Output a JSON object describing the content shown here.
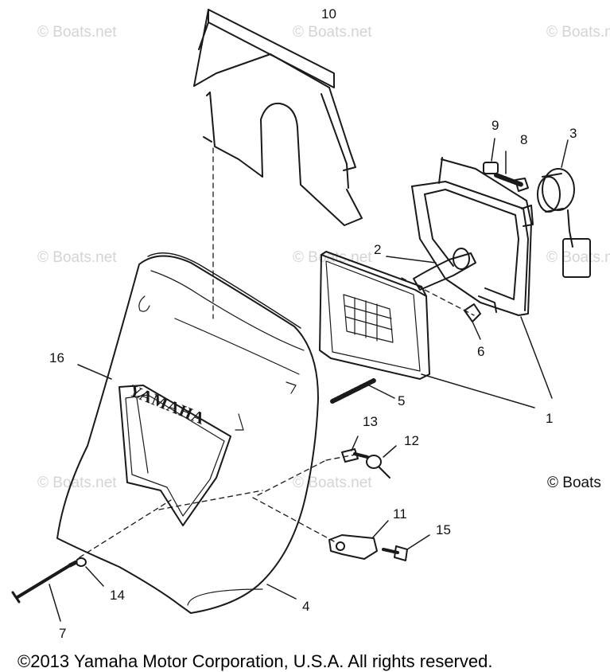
{
  "watermark": "© Boats.net",
  "watermark_dark": "© Boats",
  "copyright": "©2013 Yamaha Motor Corporation, U.S.A. All rights reserved.",
  "brand_text": "YAMAHA",
  "callouts": {
    "p1": "1",
    "p2": "2",
    "p3": "3",
    "p4": "4",
    "p5": "5",
    "p6": "6",
    "p7": "7",
    "p8": "8",
    "p9": "9",
    "p10": "10",
    "p11": "11",
    "p12": "12",
    "p13": "13",
    "p14": "14",
    "p15": "15",
    "p16": "16"
  }
}
